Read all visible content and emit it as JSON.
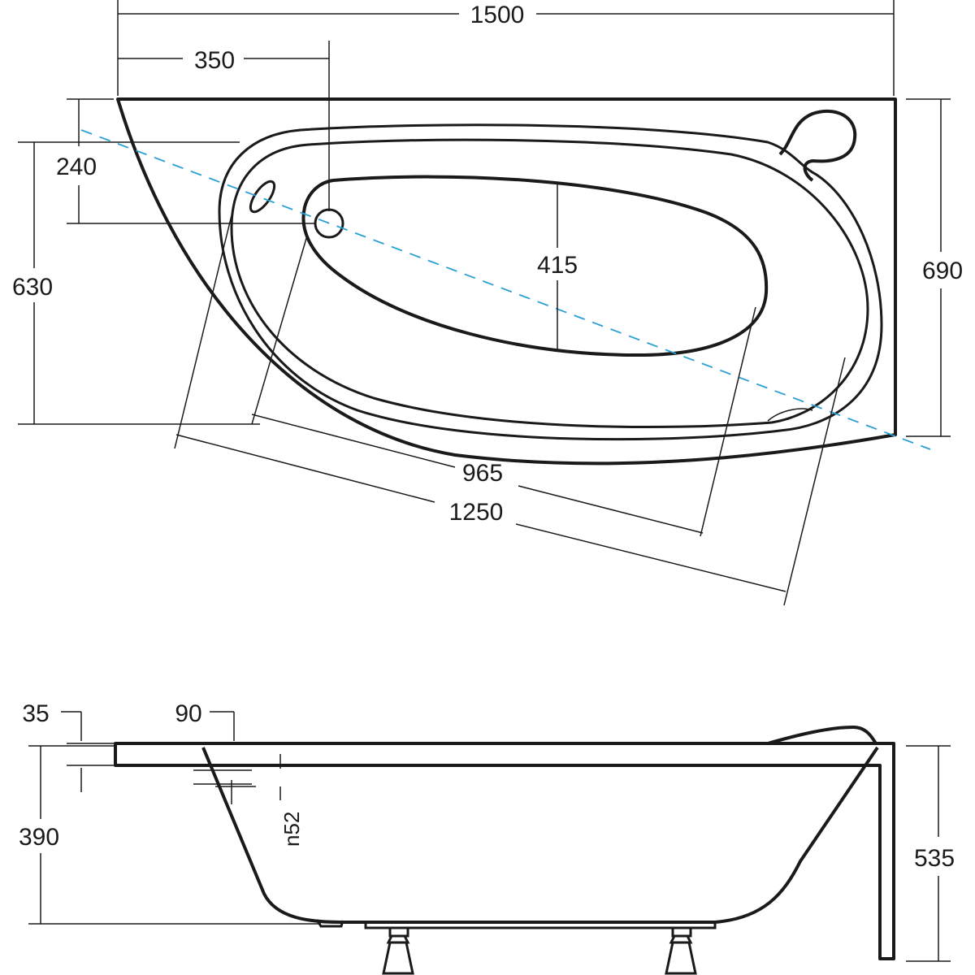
{
  "top_view": {
    "width_overall": "1500",
    "drain_offset": "350",
    "depth_right": "690",
    "depth_left": "630",
    "drain_from_top": "240",
    "inner_width": "415",
    "inner_length": "965",
    "outer_length": "1250"
  },
  "side_view": {
    "rim_thickness": "35",
    "rim_step": "90",
    "overflow_diameter": "n52",
    "inner_depth": "390",
    "total_height": "535"
  },
  "colors": {
    "line": "#1a1a1a",
    "axis": "#2a9fd6"
  }
}
